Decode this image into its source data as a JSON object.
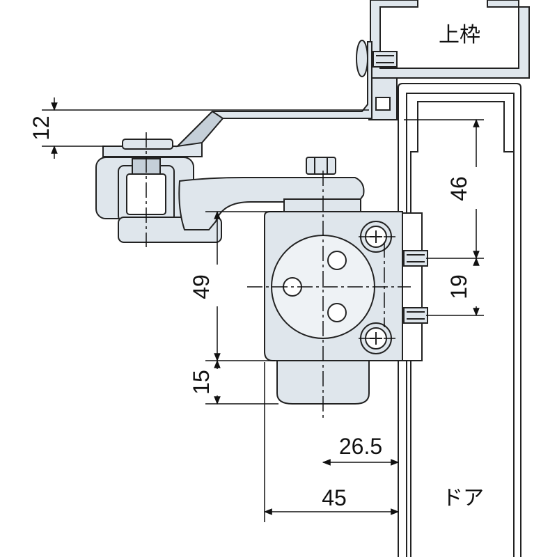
{
  "labels": {
    "frame": "上枠",
    "door": "ドア"
  },
  "dimensions": {
    "d12": "12",
    "d46": "46",
    "d19": "19",
    "d49": "49",
    "d15": "15",
    "d26_5": "26.5",
    "d45": "45"
  },
  "colors": {
    "metal": "#dfe6ec",
    "metal_dark": "#c5cfd8",
    "outline": "#222222",
    "line": "#111111"
  }
}
